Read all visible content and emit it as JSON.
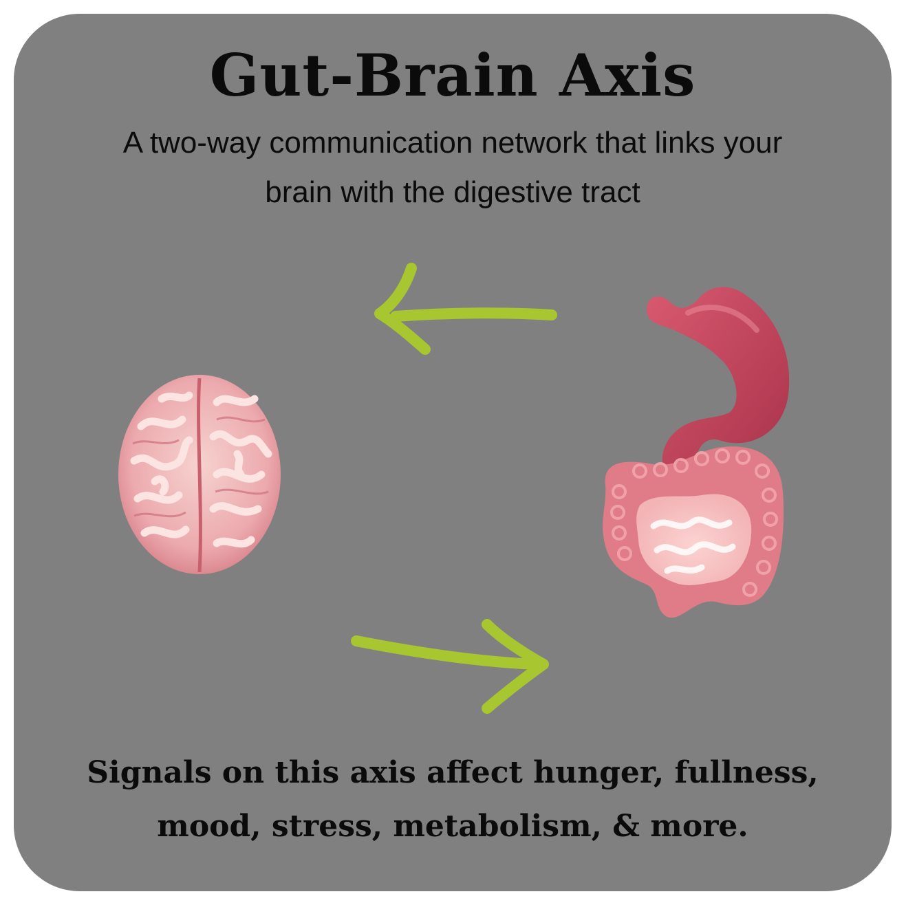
{
  "header": {
    "title": "Gut-Brain Axis",
    "subtitle": "A two-way communication network that links your brain with the digestive tract"
  },
  "footer": {
    "text": "Signals on this axis affect hunger, fullness, mood, stress, metabolism, & more."
  },
  "colors": {
    "background": "#808080",
    "arrow": "#a7c630",
    "brain": "#f0b6b8",
    "stomach": "#c0425a",
    "intestine": "#e58590"
  },
  "icons": {
    "left_arrow": "arrow-left-icon",
    "right_arrow": "arrow-right-icon",
    "brain": "brain-icon",
    "stomach": "stomach-icon",
    "intestines": "intestines-icon"
  }
}
